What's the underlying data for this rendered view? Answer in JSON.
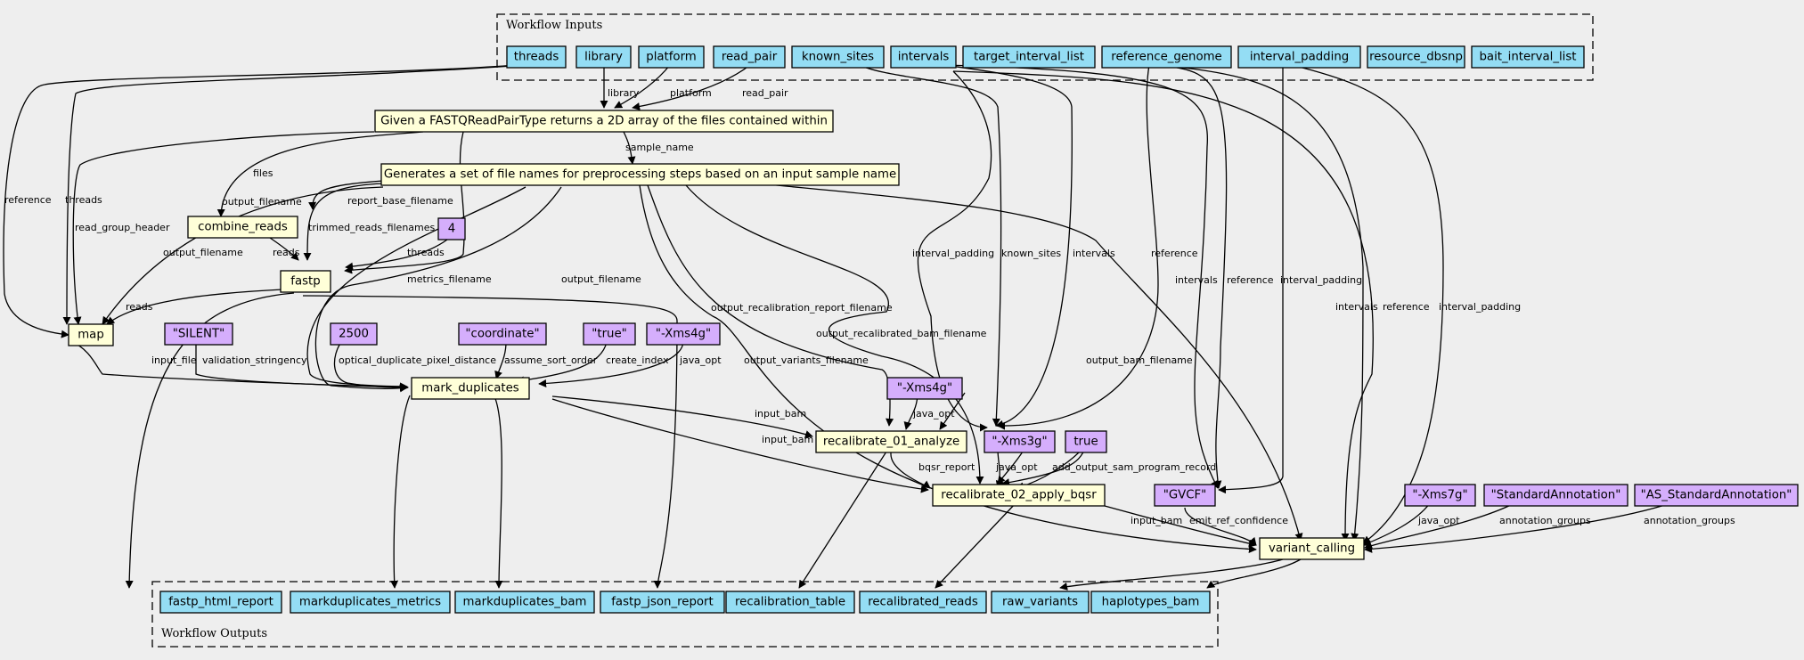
{
  "clusters": {
    "inputs_label": "Workflow Inputs",
    "outputs_label": "Workflow Outputs"
  },
  "inputs": {
    "threads": "threads",
    "library": "library",
    "platform": "platform",
    "read_pair": "read_pair",
    "known_sites": "known_sites",
    "intervals": "intervals",
    "target_interval_list": "target_interval_list",
    "reference_genome": "reference_genome",
    "interval_padding": "interval_padding",
    "resource_dbsnp": "resource_dbsnp",
    "bait_interval_list": "bait_interval_list"
  },
  "steps": {
    "fastq_pair": "Given a FASTQReadPairType returns a 2D array of the files contained within",
    "gen_names": "Generates a set of file names for preprocessing steps based on an input sample name",
    "combine_reads": "combine_reads",
    "fastp": "fastp",
    "map": "map",
    "mark_duplicates": "mark_duplicates",
    "recal01": "recalibrate_01_analyze",
    "recal02": "recalibrate_02_apply_bqsr",
    "variant_calling": "variant_calling"
  },
  "constants": {
    "c4": "4",
    "silent": "\"SILENT\"",
    "c2500": "2500",
    "coordinate": "\"coordinate\"",
    "true_str": "\"true\"",
    "xms4g_md": "\"-Xms4g\"",
    "xms4g_r1": "\"-Xms4g\"",
    "xms3g": "\"-Xms3g\"",
    "true_bool": "true",
    "gvcf": "\"GVCF\"",
    "xms7g": "\"-Xms7g\"",
    "std_ann": "\"StandardAnnotation\"",
    "as_std_ann": "\"AS_StandardAnnotation\""
  },
  "outputs": {
    "fastp_html_report": "fastp_html_report",
    "markduplicates_metrics": "markduplicates_metrics",
    "markduplicates_bam": "markduplicates_bam",
    "fastp_json_report": "fastp_json_report",
    "recalibration_table": "recalibration_table",
    "recalibrated_reads": "recalibrated_reads",
    "raw_variants": "raw_variants",
    "haplotypes_bam": "haplotypes_bam"
  },
  "edge_labels": {
    "library": "library",
    "platform": "platform",
    "read_pair": "read_pair",
    "sample_name": "sample_name",
    "files": "files",
    "report_base_filename": "report_base_filename",
    "output_filename_cr": "output_filename",
    "trimmed_reads_filenames": "trimmed_reads_filenames",
    "read_group_header": "read_group_header",
    "output_filename_map": "output_filename",
    "reads_cr": "reads",
    "threads_fastp": "threads",
    "reads_map": "reads",
    "metrics_filename": "metrics_filename",
    "output_filename_md": "output_filename",
    "reference_map": "reference",
    "threads_map": "threads",
    "input_file": "input_file",
    "validation_stringency": "validation_stringency",
    "optical_duplicate_pixel_distance": "optical_duplicate_pixel_distance",
    "assume_sort_order": "assume_sort_order",
    "create_index": "create_index",
    "java_opt_md": "java_opt",
    "output_recalibration_report_filename": "output_recalibration_report_filename",
    "output_recalibrated_bam_filename": "output_recalibrated_bam_filename",
    "output_variants_filename": "output_variants_filename",
    "output_bam_filename": "output_bam_filename",
    "interval_padding_r1": "interval_padding",
    "known_sites_r1": "known_sites",
    "intervals_r1": "intervals",
    "reference_r1": "reference",
    "intervals_r2": "intervals",
    "reference_r2": "reference",
    "interval_padding_r2": "interval_padding",
    "intervals_vc": "intervals",
    "reference_vc": "reference",
    "interval_padding_vc": "interval_padding",
    "input_bam_r1": "input_bam",
    "java_opt_r1": "java_opt",
    "input_bam_r2": "input_bam",
    "bqsr_report": "bqsr_report",
    "java_opt_r2": "java_opt",
    "add_output_sam_program_record": "add_output_sam_program_record",
    "input_bam_vc": "input_bam",
    "emit_ref_confidence": "emit_ref_confidence",
    "java_opt_vc": "java_opt",
    "annotation_groups_1": "annotation_groups",
    "annotation_groups_2": "annotation_groups"
  }
}
